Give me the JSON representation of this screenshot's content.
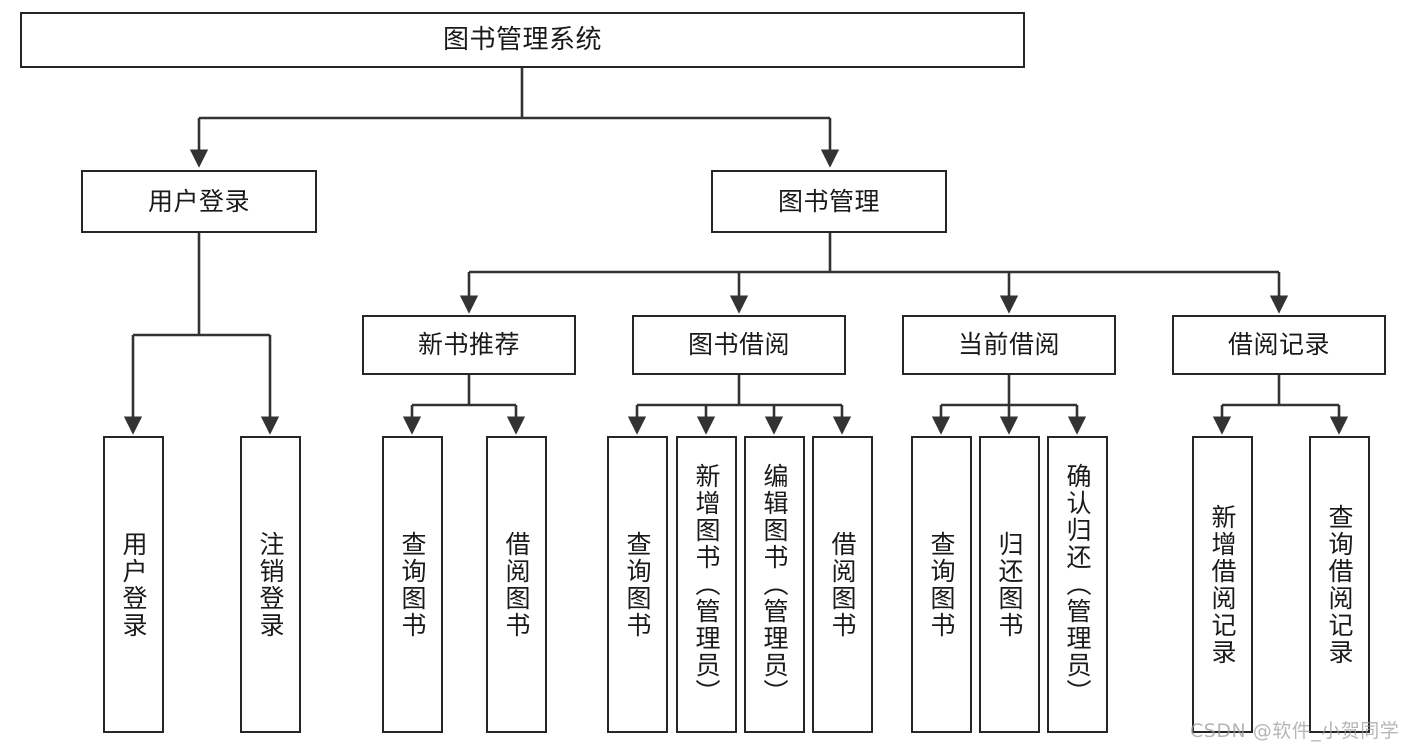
{
  "diagram": {
    "title": "图书管理系统",
    "type": "tree-hierarchy-diagram",
    "colors": {
      "box_border": "#262626",
      "box_fill": "#ffffff",
      "connector": "#333333",
      "text": "#1a1a1a",
      "watermark": "#9a9a9a",
      "background": "#ffffff"
    },
    "nodes": {
      "root": {
        "label": "图书管理系统"
      },
      "level1": [
        {
          "label": "用户登录"
        },
        {
          "label": "图书管理"
        }
      ],
      "level2": [
        {
          "label": "新书推荐"
        },
        {
          "label": "图书借阅"
        },
        {
          "label": "当前借阅"
        },
        {
          "label": "借阅记录"
        }
      ],
      "leaves_user_login": [
        {
          "label": "用户登录"
        },
        {
          "label": "注销登录"
        }
      ],
      "leaves_new_book": [
        {
          "label": "查询图书"
        },
        {
          "label": "借阅图书"
        }
      ],
      "leaves_borrow": [
        {
          "label": "查询图书"
        },
        {
          "label": "新增图书（管理员）"
        },
        {
          "label": "编辑图书（管理员）"
        },
        {
          "label": "借阅图书"
        }
      ],
      "leaves_current": [
        {
          "label": "查询图书"
        },
        {
          "label": "归还图书"
        },
        {
          "label": "确认归还（管理员）"
        }
      ],
      "leaves_records": [
        {
          "label": "新增借阅记录"
        },
        {
          "label": "查询借阅记录"
        }
      ]
    },
    "watermark": {
      "text": "CSDN @软件_小贺同学"
    }
  }
}
